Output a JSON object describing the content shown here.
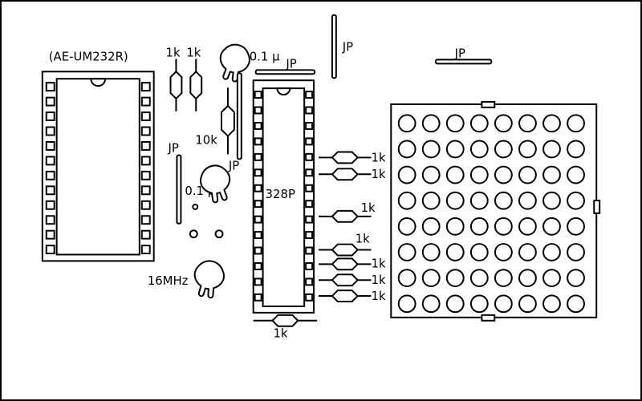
{
  "diagram": {
    "title": "(AE-UM232R)",
    "mcu": "328P",
    "resonator": "16MHz",
    "r_10k": "10k",
    "cap": "0.1 μ",
    "jp": "JP",
    "r_1k": "1k"
  },
  "led_matrix": {
    "rows": 8,
    "cols": 8
  },
  "mcu_pins_per_side": 14,
  "socket_pins_per_side": 12,
  "colors": {
    "line": "#000000",
    "background": "#ffffff"
  }
}
